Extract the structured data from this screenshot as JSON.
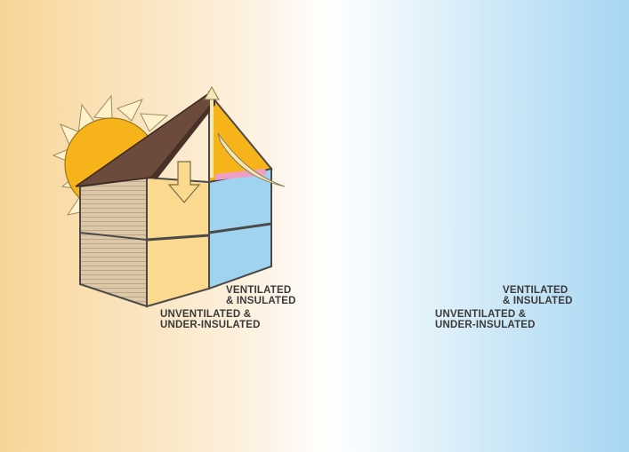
{
  "summer": {
    "ventilated_line1": "VENTILATED",
    "ventilated_line2": "& INSULATED",
    "unventilated_line1": "UNVENTILATED &",
    "unventilated_line2": "UNDER-INSULATED"
  },
  "winter": {
    "ventilated_line1": "VENTILATED",
    "ventilated_line2": "& INSULATED",
    "unventilated_line1": "UNVENTILATED &",
    "unventilated_line2": "UNDER-INSULATED"
  },
  "icons": [
    "sun-icon",
    "snowflake-icon",
    "heat-down-arrow-icon",
    "heat-up-arrow-icon",
    "airflow-arrow-icon"
  ],
  "colors": {
    "summer_bg": "#f9d99a",
    "winter_bg": "#a9d8f3",
    "sun": "#f7b718",
    "snowflake": "#5aa8dc",
    "roof": "#6b4a3c",
    "siding": "#d9c2a3",
    "warm_room": "#fbd98e",
    "cool_room": "#9fd3ef",
    "insulation": "#ee9fc2"
  }
}
